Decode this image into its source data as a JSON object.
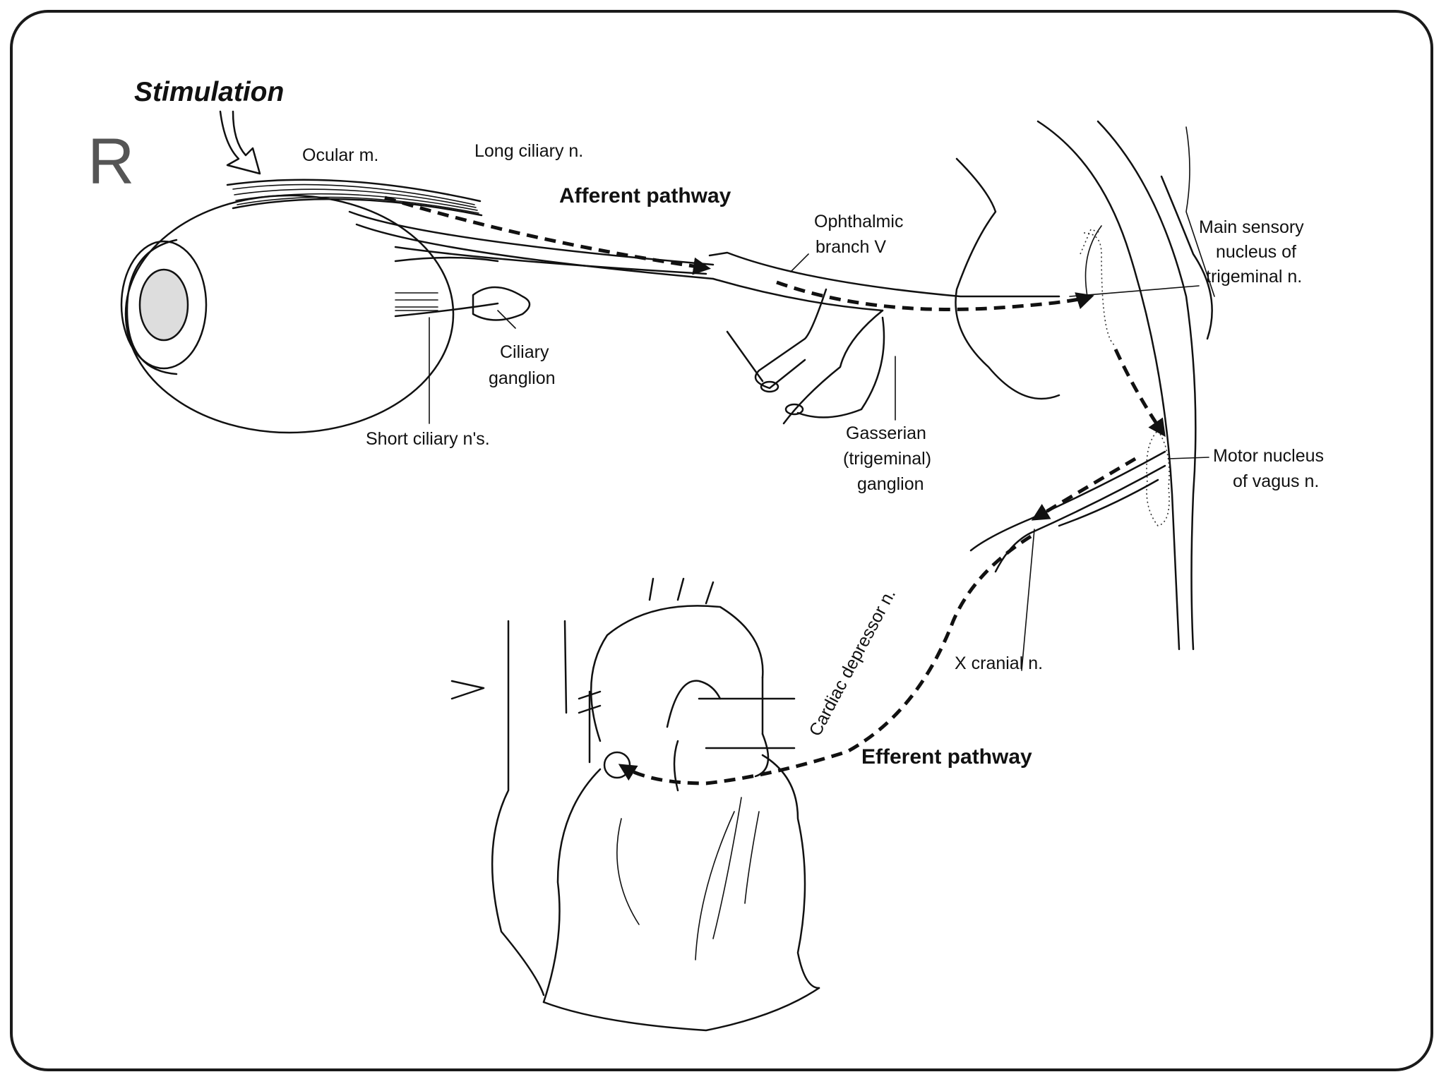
{
  "slide": {
    "title_fragment": "R"
  },
  "diagram": {
    "stimulation": "Stimulation",
    "labels": {
      "ocular_muscle": "Ocular m.",
      "long_ciliary": "Long ciliary n.",
      "afferent_pathway": "Afferent pathway",
      "ophthalmic_line1": "Ophthalmic",
      "ophthalmic_line2": "branch V",
      "main_sensory_line1": "Main sensory",
      "main_sensory_line2": "nucleus of",
      "main_sensory_line3": "trigeminal n.",
      "ciliary_ganglion_line1": "Ciliary",
      "ciliary_ganglion_line2": "ganglion",
      "short_ciliary": "Short ciliary n's.",
      "gasserian_line1": "Gasserian",
      "gasserian_line2": "(trigeminal)",
      "gasserian_line3": "ganglion",
      "motor_nucleus_line1": "Motor nucleus",
      "motor_nucleus_line2": "of vagus n.",
      "cardiac_depressor": "Cardiac depressor n.",
      "x_cranial": "X cranial n.",
      "efferent_pathway": "Efferent pathway"
    }
  }
}
